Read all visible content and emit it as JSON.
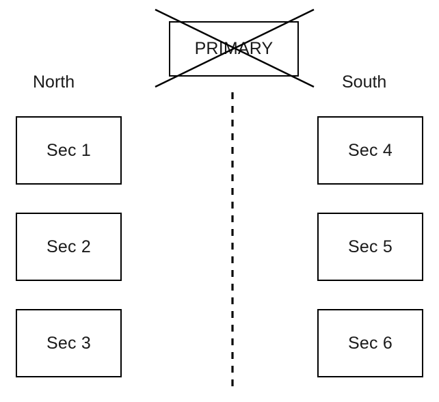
{
  "diagram": {
    "type": "block-diagram",
    "background_color": "#ffffff",
    "stroke_color": "#000000",
    "text_color": "#1a1a1a",
    "primary": {
      "label": "PRIMARY",
      "struck_out": true,
      "cross_icon_name": "x-cross-overlay"
    },
    "columns": [
      {
        "heading": "North",
        "side": "left",
        "sections": [
          {
            "label": "Sec 1"
          },
          {
            "label": "Sec 2"
          },
          {
            "label": "Sec 3"
          }
        ]
      },
      {
        "heading": "South",
        "side": "right",
        "sections": [
          {
            "label": "Sec 4"
          },
          {
            "label": "Sec 5"
          },
          {
            "label": "Sec 6"
          }
        ]
      }
    ],
    "divider": {
      "style": "dashed",
      "orientation": "vertical",
      "dash_length": 10,
      "gap_length": 10
    }
  }
}
